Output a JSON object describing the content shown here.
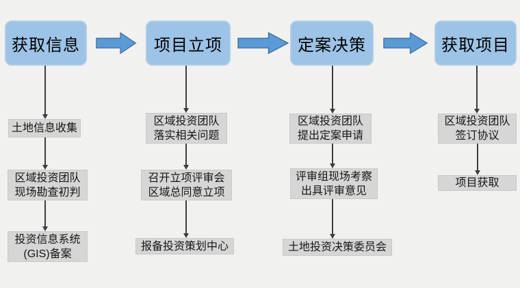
{
  "colors": {
    "page_bg": "#f1f1f0",
    "stage_fill": "#9dc3e6",
    "stage_border": "#aecde9",
    "arrow_fill": "#5b9bd5",
    "arrow_border": "#4472a4",
    "step_fill": "#d6d6d6",
    "step_border": "#c9c9c9",
    "connector": "#3d3d3d",
    "text": "#0d0d0d"
  },
  "columns": [
    {
      "stage": "获取信息",
      "steps": [
        "土地信息收集",
        "区域投资团队\n现场勘查初判",
        "投资信息系统\n(GIS)备案"
      ]
    },
    {
      "stage": "项目立项",
      "steps": [
        "区域投资团队\n落实相关问题",
        "召开立项评审会\n区域总同意立项",
        "报备投资策划中心"
      ]
    },
    {
      "stage": "定案决策",
      "steps": [
        "区域投资团队\n提出定案申请",
        "评审组现场考察\n出具评审意见",
        "土地投资决策委员会"
      ]
    },
    {
      "stage": "获取项目",
      "steps": [
        "区域投资团队\n签订协议",
        "项目获取"
      ]
    }
  ]
}
